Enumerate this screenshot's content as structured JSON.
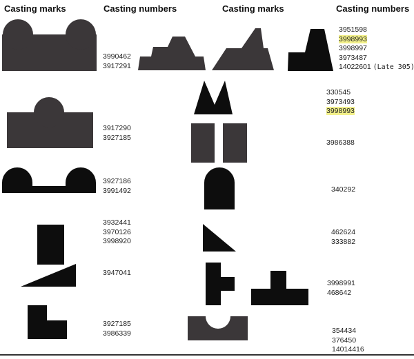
{
  "headers": [
    "Casting marks",
    "Casting numbers",
    "Casting marks",
    "Casting numbers"
  ],
  "left_rows": [
    {
      "numbers": [
        "3990462",
        "3917291"
      ]
    },
    {
      "numbers": [
        "3917290",
        "3927185"
      ]
    },
    {
      "numbers": [
        "3927186",
        "3991492"
      ]
    },
    {
      "numbers": [
        "3932441",
        "3970126",
        "3998920"
      ]
    },
    {
      "numbers": [
        "3947041"
      ]
    },
    {
      "numbers": [
        "3927185",
        "3986339"
      ]
    }
  ],
  "right_rows": [
    {
      "numbers": [
        "3951598",
        "3998993",
        "3998997",
        "3973487",
        "14022601"
      ],
      "note": "(Late 305)",
      "highlighted": "3998993"
    },
    {
      "numbers": [
        "330545",
        "3973493",
        "3998993"
      ],
      "highlighted": "3998993"
    },
    {
      "numbers": [
        "3986388"
      ]
    },
    {
      "numbers": [
        "340292"
      ]
    },
    {
      "numbers": [
        "462624",
        "333882"
      ]
    },
    {
      "numbers": [
        "3998991",
        "468642"
      ]
    },
    {
      "numbers": [
        "354434",
        "376450",
        "14014416"
      ]
    }
  ],
  "colors": {
    "gray_mark": "#3b3739",
    "black_mark": "#0d0d0d",
    "highlight": "#f2f08a"
  }
}
